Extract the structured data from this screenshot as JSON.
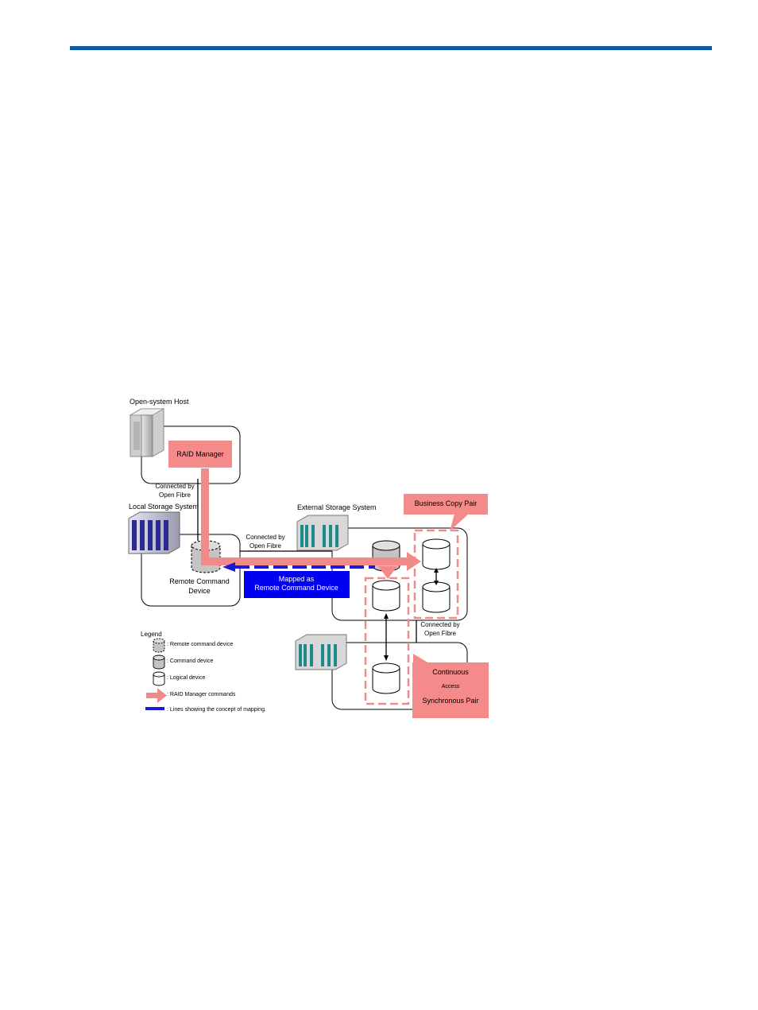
{
  "colors": {
    "header_rule": "#0b5aa3",
    "command_arrow": "#f38a8a",
    "label_fill": "#f48a8a",
    "mapping_line": "#1a1ad6",
    "mapped_box": "#0000f0"
  },
  "diagram": {
    "host_label": "Open-system Host",
    "raid_manager": "RAID Manager",
    "connected_1": [
      "Connected by",
      "Open Fibre"
    ],
    "local_storage": "Local Storage System",
    "connected_2": [
      "Connected by",
      "Open Fibre"
    ],
    "remote_cmd_device": [
      "Remote Command",
      "Device"
    ],
    "external_storage": "External Storage System",
    "business_copy_pair": "Business Copy Pair",
    "mapped_as": [
      "Mapped as",
      "Remote Command Device"
    ],
    "connected_3": [
      "Connected by",
      "Open Fibre"
    ],
    "continuous_access": [
      "Continuous",
      "Access",
      "Synchronous Pair"
    ]
  },
  "legend": {
    "title": "Legend",
    "items": [
      {
        "icon": "remote-command-device-icon",
        "label": ": Remote command device"
      },
      {
        "icon": "command-device-icon",
        "label": ": Command device"
      },
      {
        "icon": "logical-device-icon",
        "label": ": Logical device"
      },
      {
        "icon": "raid-command-arrow-icon",
        "label": ": RAID Manager commands"
      },
      {
        "icon": "mapping-line-icon",
        "label": ": Lines showing the concept of mapping."
      }
    ]
  }
}
